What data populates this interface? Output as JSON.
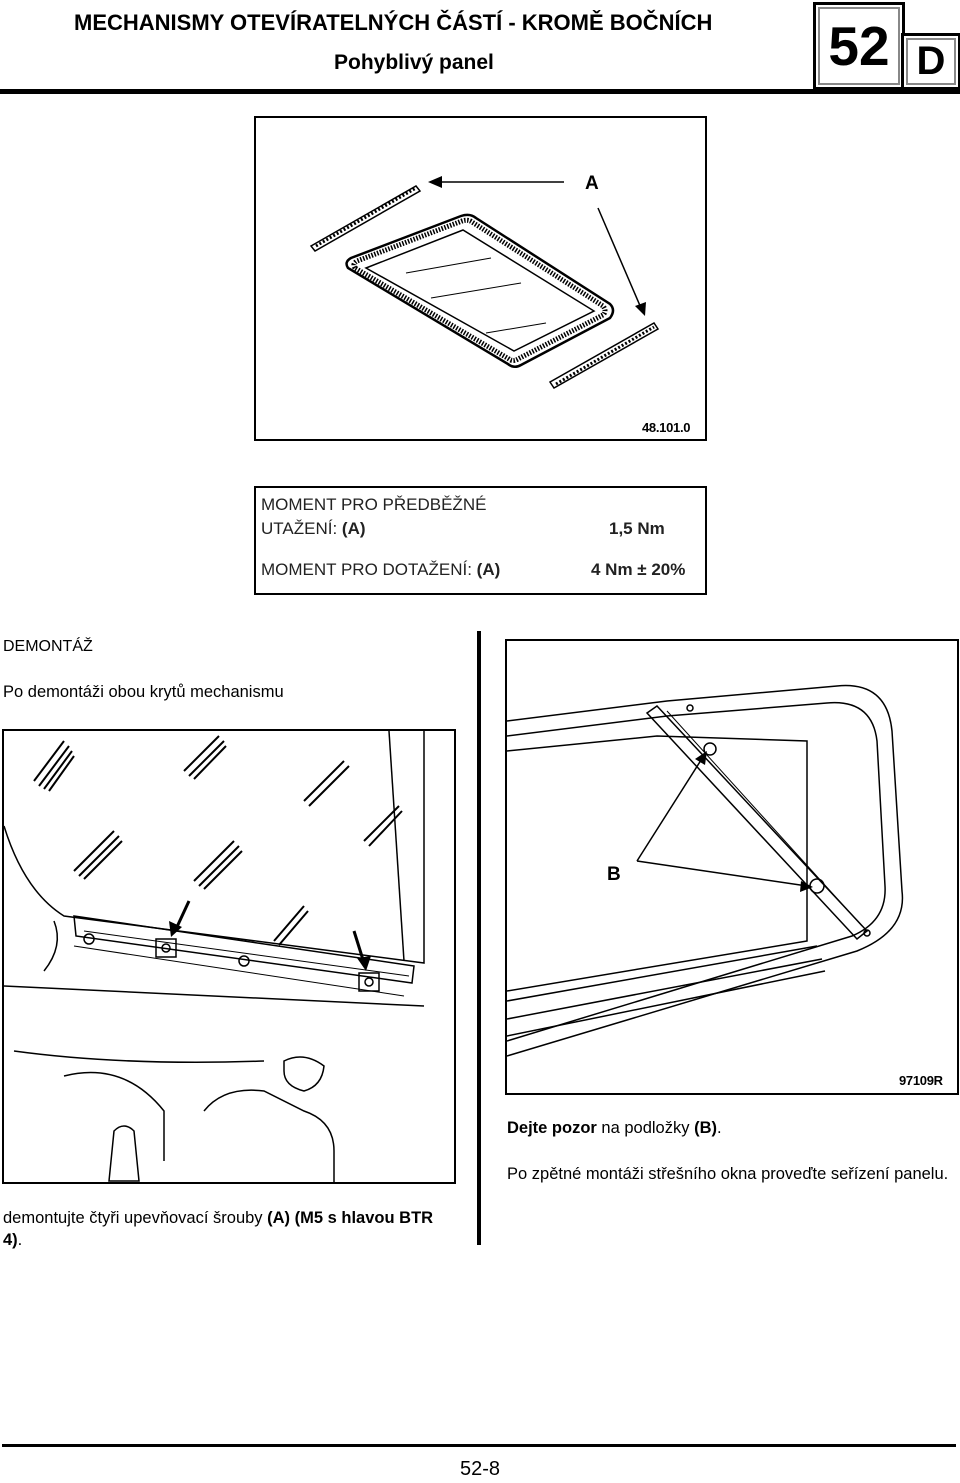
{
  "header": {
    "title": "MECHANISMY OTEVÍRATELNÝCH ČÁSTÍ - KROMĚ BOČNÍCH",
    "subtitle": "Pohyblivý panel",
    "chapter": "52",
    "section": "D"
  },
  "figure1": {
    "label": "A",
    "code": "48.101.0"
  },
  "torque": {
    "row1_label_line1": "MOMENT PRO PŘEDBĚŽNÉ",
    "row1_label_line2": "UTAŽENÍ:",
    "row1_ref": "(A)",
    "row1_value": "1,5 Nm",
    "row2_label": "MOMENT PRO DOTAŽENÍ:",
    "row2_ref": "(A)",
    "row2_value": "4 Nm ± 20%"
  },
  "removal": {
    "heading": "DEMONTÁŽ",
    "intro": "Po demontáži obou krytů mechanismu",
    "step_prefix": "demontujte čtyři upevňovací šrouby ",
    "step_bold": "(A) (M5 s hlavou BTR 4)",
    "step_suffix": "."
  },
  "figure3": {
    "label": "B",
    "code": "97109R"
  },
  "notes": {
    "caution_bold": "Dejte pozor",
    "caution_mid": " na podložky ",
    "caution_ref": "(B)",
    "caution_end": ".",
    "refit": "Po zpětné montáži střešního okna proveďte seřízení panelu."
  },
  "footer": {
    "page": "52-8"
  }
}
